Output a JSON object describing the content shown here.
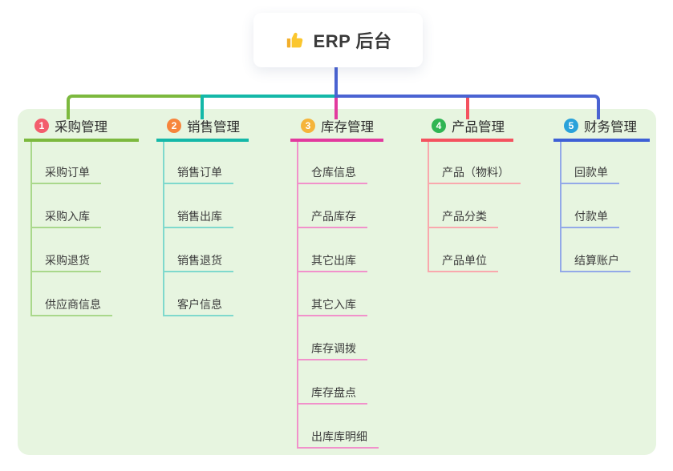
{
  "root": {
    "title": "ERP 后台",
    "icon": "thumbs-up-icon"
  },
  "palette": {
    "panel_bg": "#e7f5e0",
    "root_connector": "#4a63d2"
  },
  "branches": [
    {
      "badge": "1",
      "title": "采购管理",
      "main_color": "#7cb93e",
      "light_color": "#a9d88b",
      "badge_color": "#f35d6d",
      "items": [
        "采购订单",
        "采购入库",
        "采购退货",
        "供应商信息"
      ]
    },
    {
      "badge": "2",
      "title": "销售管理",
      "main_color": "#14b8a8",
      "light_color": "#7fd9cd",
      "badge_color": "#f7853c",
      "items": [
        "销售订单",
        "销售出库",
        "销售退货",
        "客户信息"
      ]
    },
    {
      "badge": "3",
      "title": "库存管理",
      "main_color": "#e23a9e",
      "light_color": "#f191cb",
      "badge_color": "#f5b43a",
      "items": [
        "仓库信息",
        "产品库存",
        "其它出库",
        "其它入库",
        "库存调拨",
        "库存盘点",
        "出库库明细"
      ]
    },
    {
      "badge": "4",
      "title": "产品管理",
      "main_color": "#f4525f",
      "light_color": "#f9a8ad",
      "badge_color": "#30b553",
      "items": [
        "产品（物料）",
        "产品分类",
        "产品单位"
      ]
    },
    {
      "badge": "5",
      "title": "财务管理",
      "main_color": "#3e60d6",
      "light_color": "#93a9e8",
      "badge_color": "#2aa2da",
      "items": [
        "回款单",
        "付款单",
        "结算账户"
      ]
    }
  ]
}
